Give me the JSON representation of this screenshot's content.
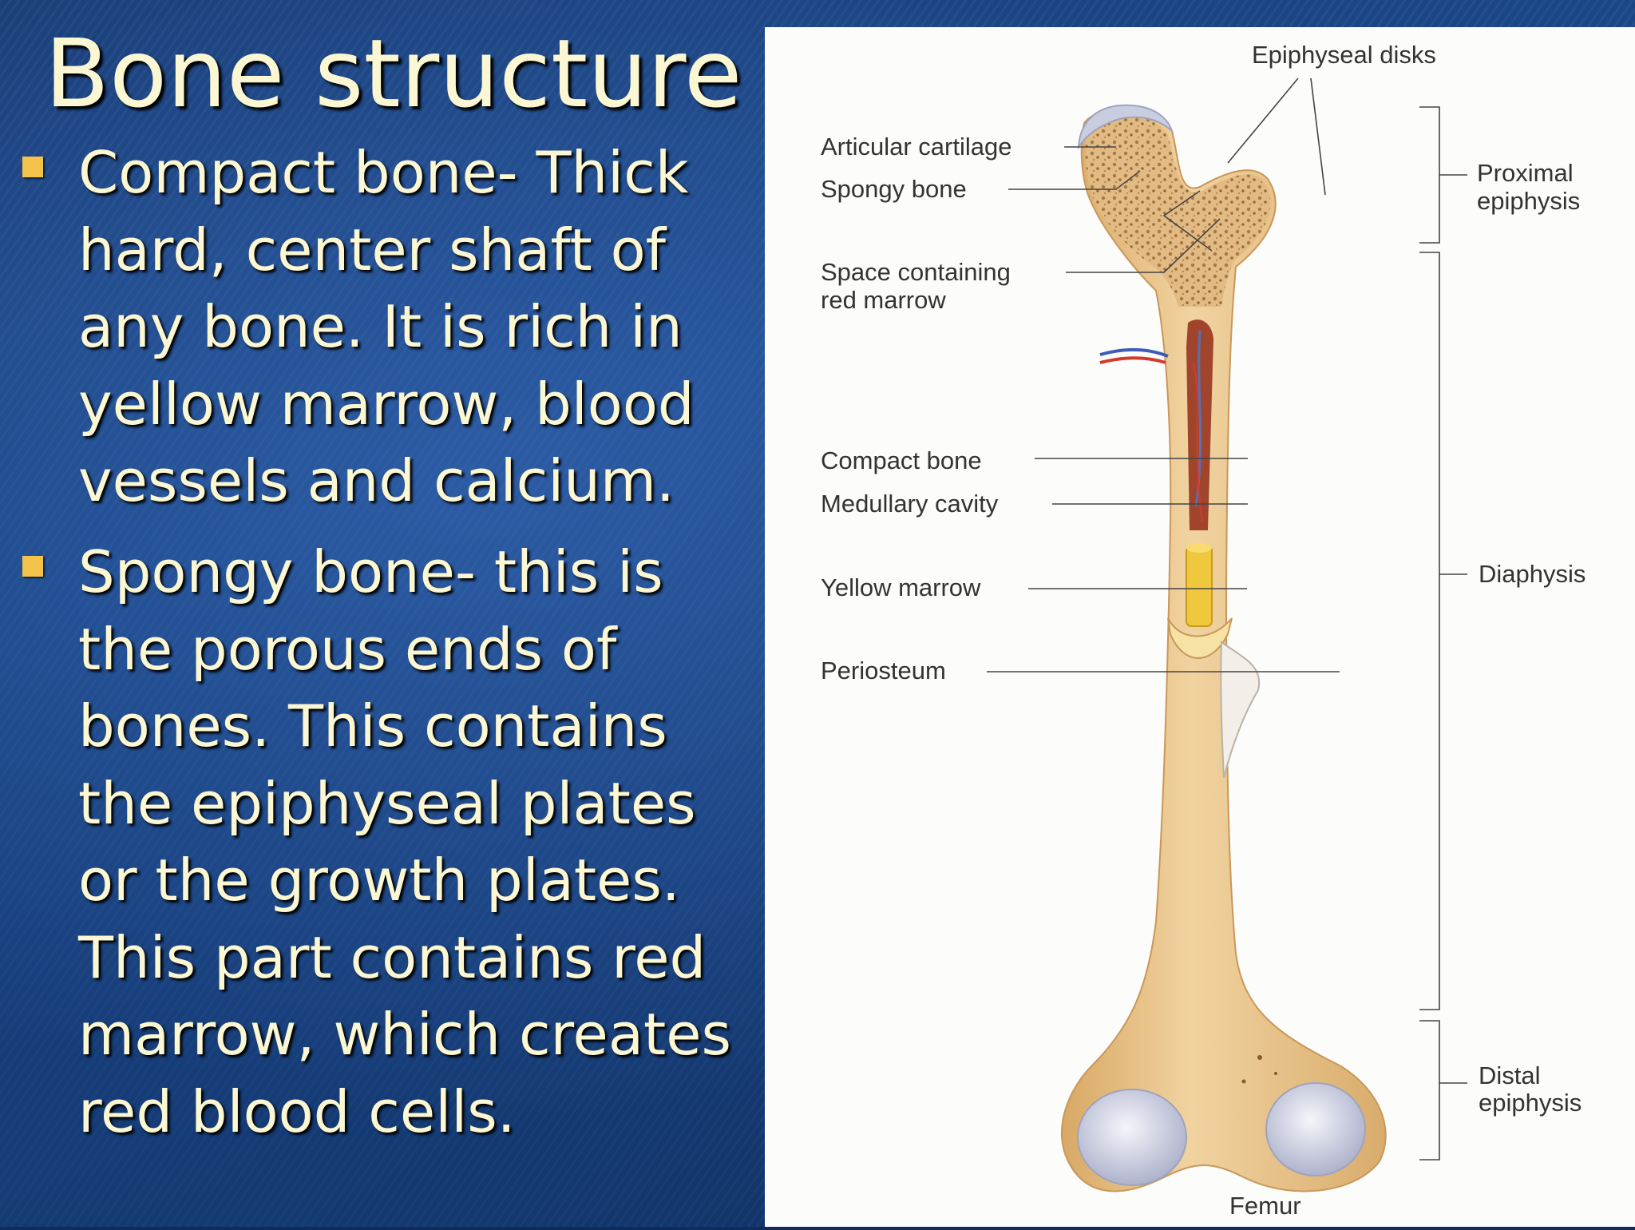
{
  "slide": {
    "title": "Bone structure",
    "bullets": [
      {
        "text": "Compact bone- Thick hard, center shaft of any bone.  It is rich in yellow marrow, blood vessels and calcium."
      },
      {
        "text": "Spongy bone- this is the porous ends of bones.  This contains the epiphyseal plates or the growth plates. This part contains red marrow, which creates red blood cells."
      }
    ]
  },
  "diagram": {
    "labels": {
      "epiphyseal_disks": "Epiphyseal disks",
      "articular_cartilage": "Articular cartilage",
      "spongy_bone": "Spongy bone",
      "space_containing_1": "Space containing",
      "space_containing_2": "red marrow",
      "compact_bone": "Compact bone",
      "medullary_cavity": "Medullary cavity",
      "yellow_marrow": "Yellow marrow",
      "periosteum": "Periosteum",
      "proximal_1": "Proximal",
      "proximal_2": "epiphysis",
      "diaphysis": "Diaphysis",
      "distal_1": "Distal",
      "distal_2": "epiphysis",
      "femur": "Femur"
    }
  },
  "colors": {
    "background": "#1c4a8c",
    "text": "#fbf7d3",
    "bullet": "#f2c24a",
    "bone": "#e8c48e",
    "cartilage": "#c9cde0"
  }
}
